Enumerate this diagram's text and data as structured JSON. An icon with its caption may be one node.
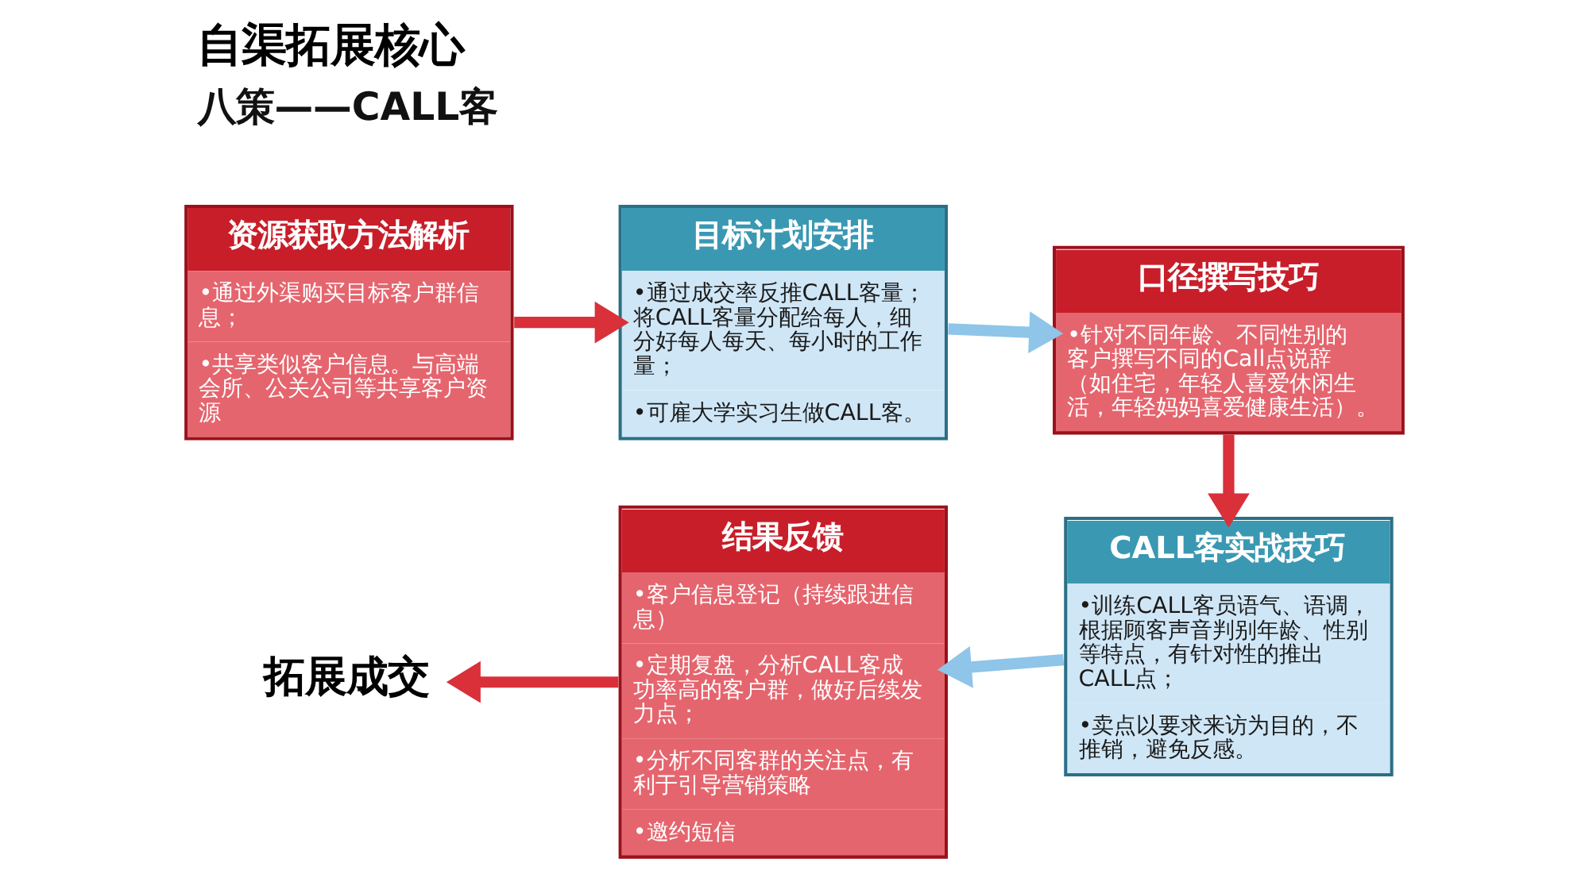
{
  "diagram": {
    "title": "自渠拓展核心",
    "nodes": [
      {
        "text": [
          "资源获取方法解析",
          "•通过外渠购买目标客户群信息；",
          "•共享类似客户信息。与高端会所、公关公司等共享客户资源"
        ]
      },
      {
        "text": [
          "目标计划安排",
          "•通过成交率反推CALL客量；将CALL客量分配给每人，细分好每人每天、每小时的工作量；",
          "•可雇大学实习生做CALL客。"
        ]
      },
      {
        "text": [
          "口径撰写技巧",
          "•针对不同年龄、不同性别的客户撰写不同的Call点说辞（如住宅，年轻人喜爱休闲生活，年轻妈妈喜爱健康生活）。"
        ]
      },
      {
        "text": [
          "CALL客实战技巧",
          "•训练CALL客员语气、语调，根据顾客声音判别年龄、性别等特点，有针对性的推出CALL点；",
          "•卖点以要求来访为目的，不推销，避免反感。"
        ]
      },
      {
        "text": [
          "结果反馈",
          "•客户信息登记（持续跟进信息）",
          "•定期复盘，分析CALL客成功率高的客户群，做好后续发力点；",
          "•分析不同客群的关注点，有利于引导营销策略",
          "•邀约短信"
        ]
      },
      {
        "text": [
          "拓展成交"
        ]
      }
    ],
    "edges": [
      {
        "from": 0,
        "to": 1,
        "arrow": "to"
      },
      {
        "from": 1,
        "to": 2,
        "arrow": "to",
        "color": "#8ec5e8"
      },
      {
        "from": 2,
        "to": 3,
        "arrow": "to"
      },
      {
        "from": 3,
        "to": 4,
        "arrow": "to",
        "color": "#8ec5e8"
      },
      {
        "from": 4,
        "to": 5,
        "arrow": "to"
      }
    ],
    "labels": [
      "八策——CALL客"
    ]
  }
}
